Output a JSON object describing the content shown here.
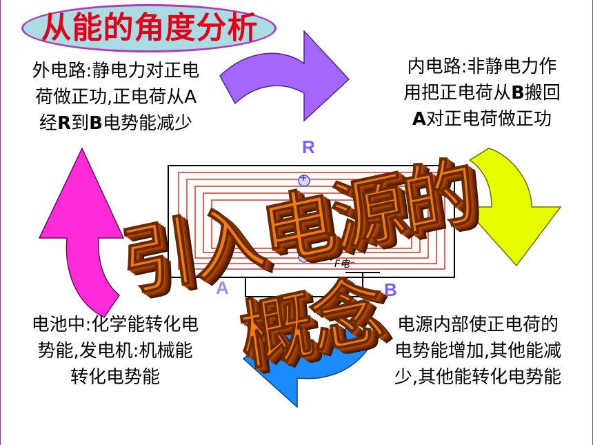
{
  "title": "从能的角度分析",
  "top_left": {
    "line1": "外电路:静电力对正电",
    "line2a": "荷做正功,正电荷从A",
    "line3a": "经",
    "line3b": "R",
    "line3c": "到",
    "line3d": "B",
    "line3e": "电势能减少"
  },
  "top_right": {
    "line1": "内电路:非静电力作",
    "line2a": "用把正电荷从",
    "line2b": "B",
    "line2c": "搬回",
    "line3a": "A",
    "line3b": "对正电荷做正功"
  },
  "bottom_left": {
    "line1": "电池中:化学能转化电",
    "line2": "势能,发电机:机械能",
    "line3": "转化电势能"
  },
  "bottom_right": {
    "line1": "电源内部使正电荷的",
    "line2": "电势能增加,其他能减",
    "line3": "少,其他能转化电势能"
  },
  "circuit": {
    "label_r": "R",
    "label_a": "A",
    "label_b": "B",
    "force_label": "F电",
    "plus": "+",
    "minus": "-"
  },
  "wordart": "引入电源的概念",
  "colors": {
    "title_text": "#e0001a",
    "title_oval_fill": "#a9dce3",
    "title_oval_border": "#b23ab2",
    "arrow_purple": "#a565ff",
    "arrow_yellow": "#e6ff00",
    "arrow_blue": "#1a8cff",
    "arrow_magenta": "#ff2bd9",
    "field_lines": "#e63b2e",
    "wordart": "#f07a14"
  }
}
